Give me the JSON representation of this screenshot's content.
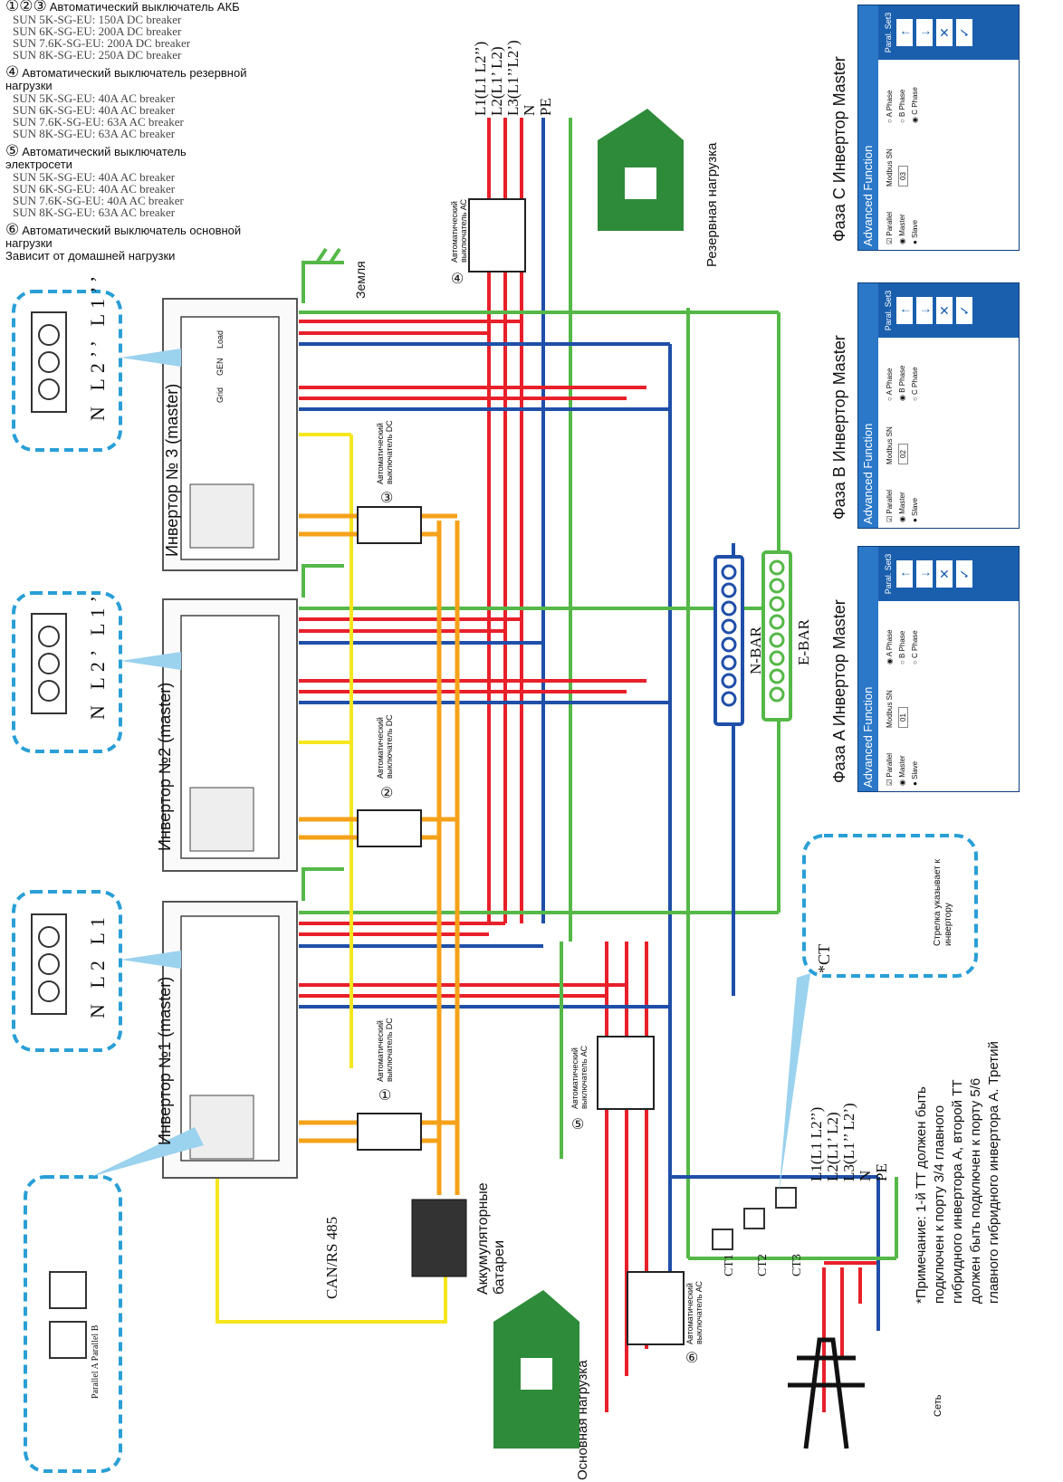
{
  "legend": {
    "group1": {
      "marks": "①②③",
      "title": "Автоматический выключатель АКБ",
      "items": [
        "SUN 5K-SG-EU: 150A DC breaker",
        "SUN 6K-SG-EU: 200A DC breaker",
        "SUN 7.6K-SG-EU: 200A DC breaker",
        "SUN 8K-SG-EU: 250A DC breaker"
      ]
    },
    "group4": {
      "mark": "④",
      "title": "Автоматический выключатель резервной нагрузки",
      "items": [
        "SUN 5K-SG-EU: 40A AC breaker",
        "SUN 6K-SG-EU: 40A AC breaker",
        "SUN 7.6K-SG-EU: 63A AC breaker",
        "SUN 8K-SG-EU: 63A AC breaker"
      ]
    },
    "group5": {
      "mark": "⑤",
      "title": "Автоматический выключатель электросети",
      "items": [
        "SUN 5K-SG-EU: 40A AC breaker",
        "SUN 6K-SG-EU: 40A AC breaker",
        "SUN 7.6K-SG-EU: 40A AC breaker",
        "SUN 8K-SG-EU: 63A AC breaker"
      ]
    },
    "group6": {
      "mark": "⑥",
      "title": "Автоматический выключатель основной нагрузки",
      "note": "Зависит от домашней нагрузки"
    }
  },
  "inverters": [
    {
      "label": "Инвертор № 3 (master)",
      "terminal": [
        "N",
        "L2’’",
        "L1’’"
      ]
    },
    {
      "label": "Инвертор №2 (master)",
      "terminal": [
        "N",
        "L2’",
        "L1’"
      ]
    },
    {
      "label": "Инвертор №1 (master)",
      "terminal": [
        "N",
        "L2",
        "L1"
      ]
    }
  ],
  "port_labels": {
    "load": "Load",
    "gen": "GEN",
    "grid": "Grid"
  },
  "top_lines": [
    "L1(L1  L2’’)",
    "L2(L1’ L2)",
    "L3(L1’’L2’)",
    "N",
    "PE"
  ],
  "bottom_lines": [
    "L1(L1  L2’’)",
    "L2(L1’ L2)",
    "L3(L1’’ L2’)",
    "N",
    "PE"
  ],
  "labels": {
    "ac_breaker": "Автоматический выключатель АС",
    "dc_breaker": "Автоматический выключатель DC",
    "backup_load": "Резервная нагрузка",
    "ground": "Земля",
    "nbar": "N-BAR",
    "ebar": "E-BAR",
    "can": "CAN/RS 485",
    "battery": "Аккумуляторные батареи",
    "main_load": "Основная нагрузка",
    "grid": "Сеть",
    "parallel": "Parallel A  Parallel B",
    "ct_label": "*CT",
    "ct_arrow": "Стрелка указывает к инвертору",
    "ct1": "CT1",
    "ct2": "CT2",
    "ct3": "CT3",
    "n4": "④",
    "n5": "⑤",
    "n6": "⑥",
    "n3": "③",
    "n2": "②",
    "n1": "①",
    "note": "*Примечание: 1-й ТТ должен быть подключен к порту 3/4 главного гибридного инвертора А, второй ТТ должен быть подключен к порту 5/6 главного гибридного инвертора А. Третий"
  },
  "screens": [
    {
      "phase_title": "Фаза С Инвертор Master",
      "sn": "03",
      "selected_phase": "C Phase"
    },
    {
      "phase_title": "Фаза B Инвертор Master",
      "sn": "02",
      "selected_phase": "B Phase"
    },
    {
      "phase_title": "Фаза A Инвертор Master",
      "sn": "01",
      "selected_phase": "A Phase"
    }
  ],
  "screen_ui": {
    "header": "Advanced Function",
    "parallel": "Parallel",
    "master": "Master",
    "slave": "Slave",
    "modbus": "Modbus SN",
    "phases": [
      "A Phase",
      "B Phase",
      "C Phase"
    ],
    "paral": "Paral. Set3"
  },
  "colors": {
    "l1": "#e8202a",
    "n": "#1f4fa8",
    "pe": "#55b848",
    "dc": "#f5a21a",
    "can": "#f5e61e",
    "screen": "#1a5fae",
    "house": "#2e8b3a",
    "bubble": "#2a9fd6"
  }
}
